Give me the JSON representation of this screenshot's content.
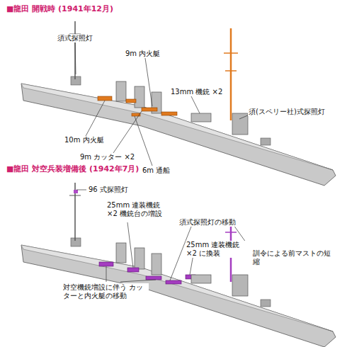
{
  "diagram": {
    "labels": [
      "■龍田 開戦時 (1941年12月)",
      "須式探照灯",
      "9m 内火艇",
      "13mm 機銃 ×2",
      "10m 内火艇",
      "須(スペリー社)式探照灯",
      "9m カッター ×2",
      "6m 通船",
      "■龍田 対空兵装増備後 (1942年7月)",
      "96 式探照灯",
      "25mm 連装機銃 ×2 機銃台の増設",
      "須式探照灯の移動",
      "25mm 連装機銃 ×2 に換装",
      "訓令による前マストの短縮",
      "対空機銃増設に伴う カッターと内火艇の移動"
    ]
  }
}
